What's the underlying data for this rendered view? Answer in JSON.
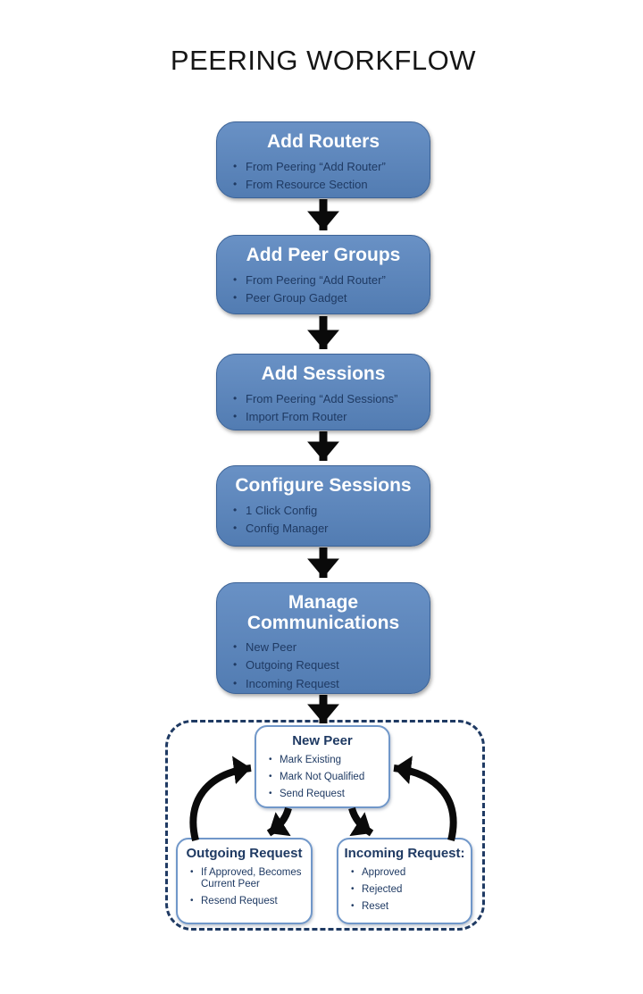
{
  "title": "PEERING WORKFLOW",
  "colors": {
    "box_blue": "#527cb2",
    "box_blue_light": "#6991c5",
    "box_blue_dark": "#3c6397",
    "navy": "#1f3a63",
    "detail_border_blue": "#7097c9",
    "arrow_black": "#0a0a0a"
  },
  "steps": [
    {
      "title": "Add Routers",
      "bullets": [
        "From  Peering “Add Router”",
        "From Resource Section"
      ]
    },
    {
      "title": "Add Peer Groups",
      "bullets": [
        "From  Peering “Add Router”",
        "Peer Group Gadget"
      ]
    },
    {
      "title": "Add Sessions",
      "bullets": [
        "From  Peering “Add Sessions”",
        "Import  From Router"
      ]
    },
    {
      "title": "Configure Sessions",
      "bullets": [
        "1 Click Config",
        "Config Manager"
      ]
    },
    {
      "title": "Manage Communications",
      "bullets": [
        "New Peer",
        "Outgoing Request",
        "Incoming Request"
      ]
    }
  ],
  "detail": {
    "new_peer": {
      "title": "New Peer",
      "bullets": [
        "Mark Existing",
        "Mark Not Qualified",
        "Send Request"
      ]
    },
    "outgoing": {
      "title": "Outgoing Request",
      "bullets": [
        "If Approved, Becomes Current Peer",
        "Resend Request"
      ]
    },
    "incoming": {
      "title": "Incoming Request:",
      "bullets": [
        "Approved",
        "Rejected",
        "Reset"
      ]
    }
  }
}
